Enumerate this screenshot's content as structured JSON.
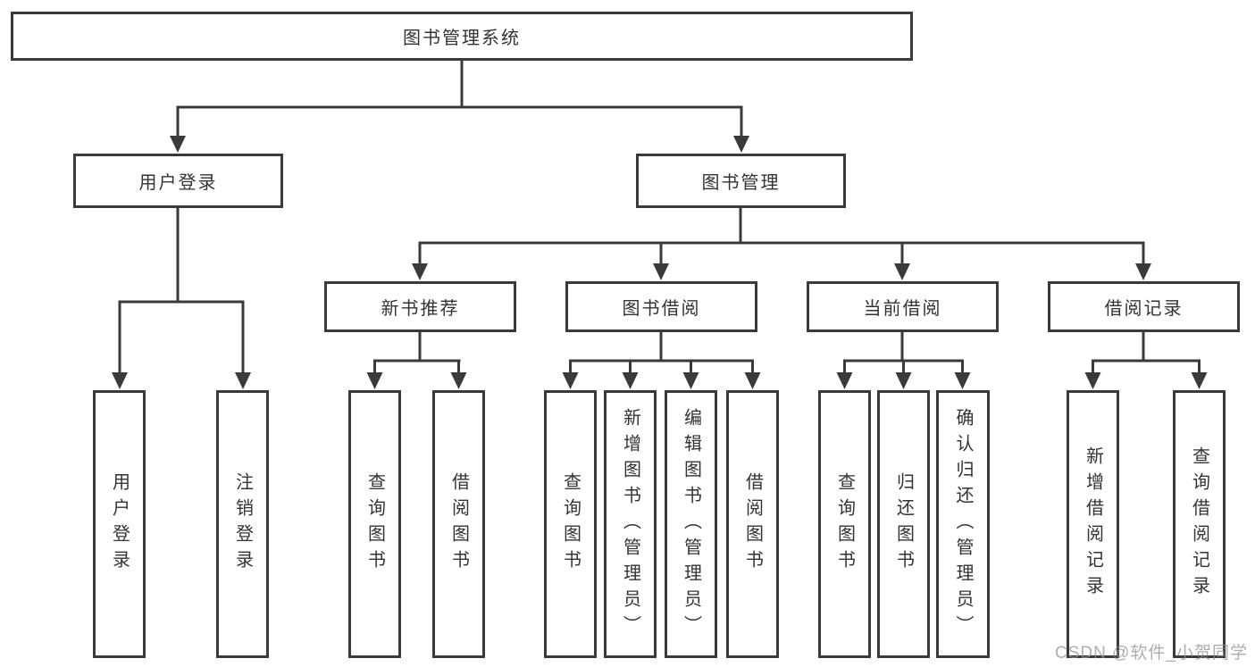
{
  "diagram": {
    "title": "图书管理系统",
    "type": "hierarchy-tree",
    "colors": {
      "line": "#3a3a3a",
      "text": "#333333",
      "background": "#ffffff",
      "watermark": "#919191"
    },
    "tree": {
      "label": "图书管理系统",
      "children": [
        {
          "label": "用户登录",
          "children": [
            {
              "label": "用户登录"
            },
            {
              "label": "注销登录"
            }
          ]
        },
        {
          "label": "图书管理",
          "children": [
            {
              "label": "新书推荐",
              "children": [
                {
                  "label": "查询图书"
                },
                {
                  "label": "借阅图书"
                }
              ]
            },
            {
              "label": "图书借阅",
              "children": [
                {
                  "label": "查询图书"
                },
                {
                  "label": "新增图书（管理员）"
                },
                {
                  "label": "编辑图书（管理员）"
                },
                {
                  "label": "借阅图书"
                }
              ]
            },
            {
              "label": "当前借阅",
              "children": [
                {
                  "label": "查询图书"
                },
                {
                  "label": "归还图书"
                },
                {
                  "label": "确认归还（管理员）"
                }
              ]
            },
            {
              "label": "借阅记录",
              "children": [
                {
                  "label": "新增借阅记录"
                },
                {
                  "label": "查询借阅记录"
                }
              ]
            }
          ]
        }
      ]
    },
    "watermark": {
      "text": "CSDN @软件_小贺同学"
    }
  }
}
